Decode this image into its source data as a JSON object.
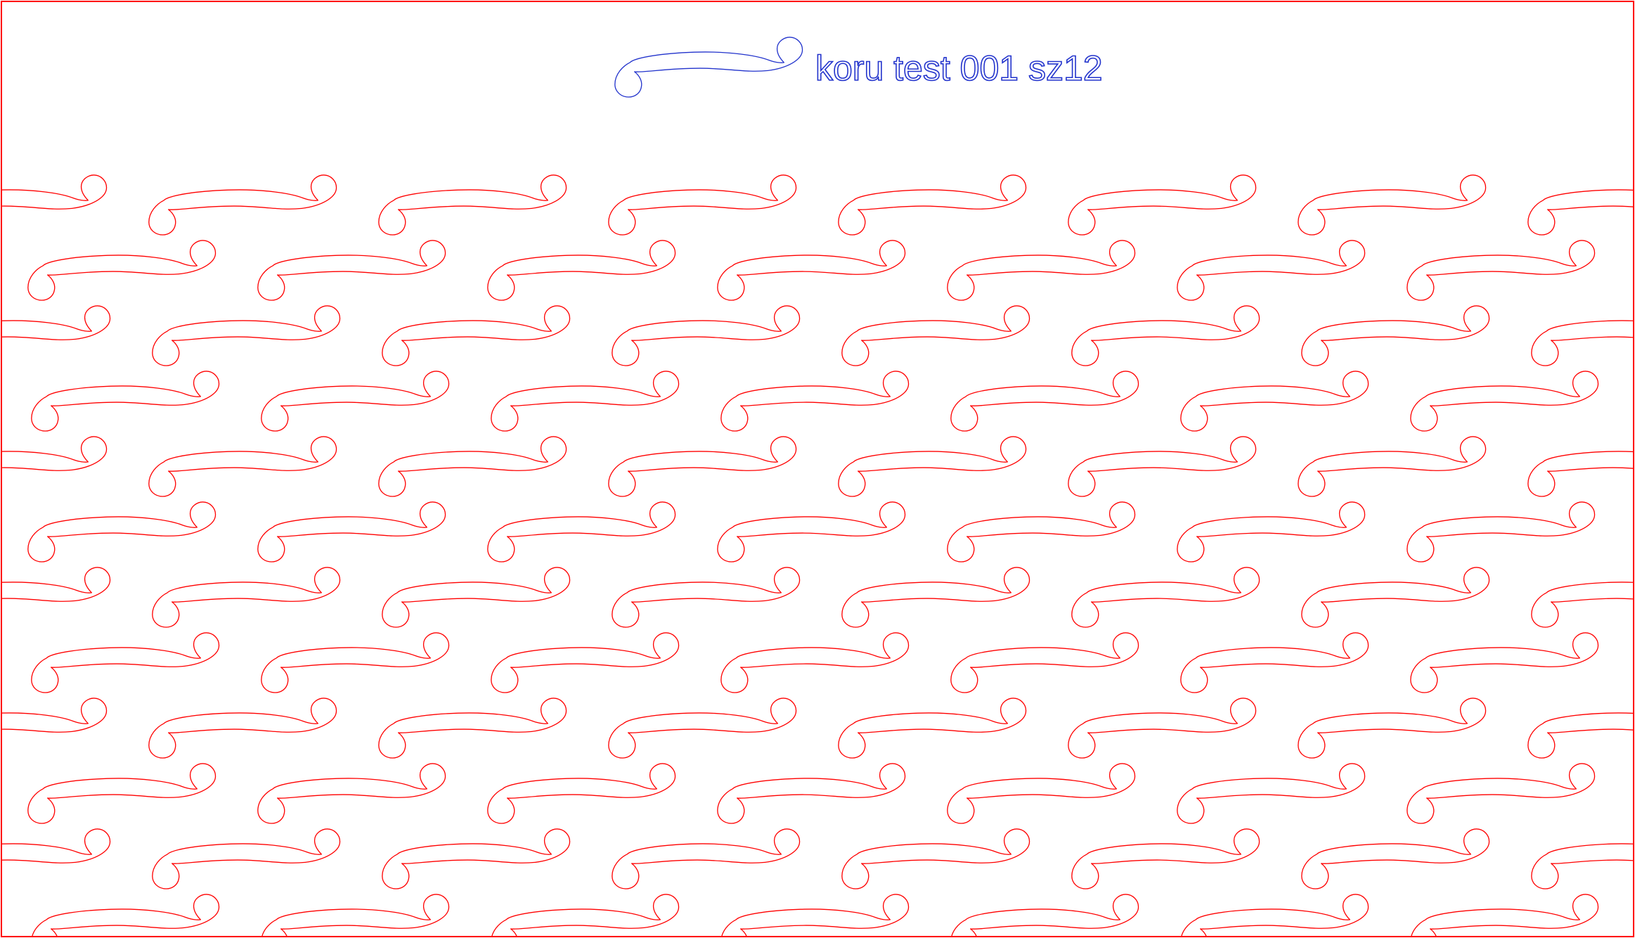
{
  "document": {
    "title": "koru test 001 sz12",
    "pattern_name": "koru",
    "colors": {
      "cut_line": "#ff0000",
      "engrave_text": "#2233cc",
      "background": "#ffffff"
    },
    "pattern": {
      "rows": 12,
      "motifs_per_row": 8,
      "motif_icon": "koru-scroll-icon"
    }
  }
}
